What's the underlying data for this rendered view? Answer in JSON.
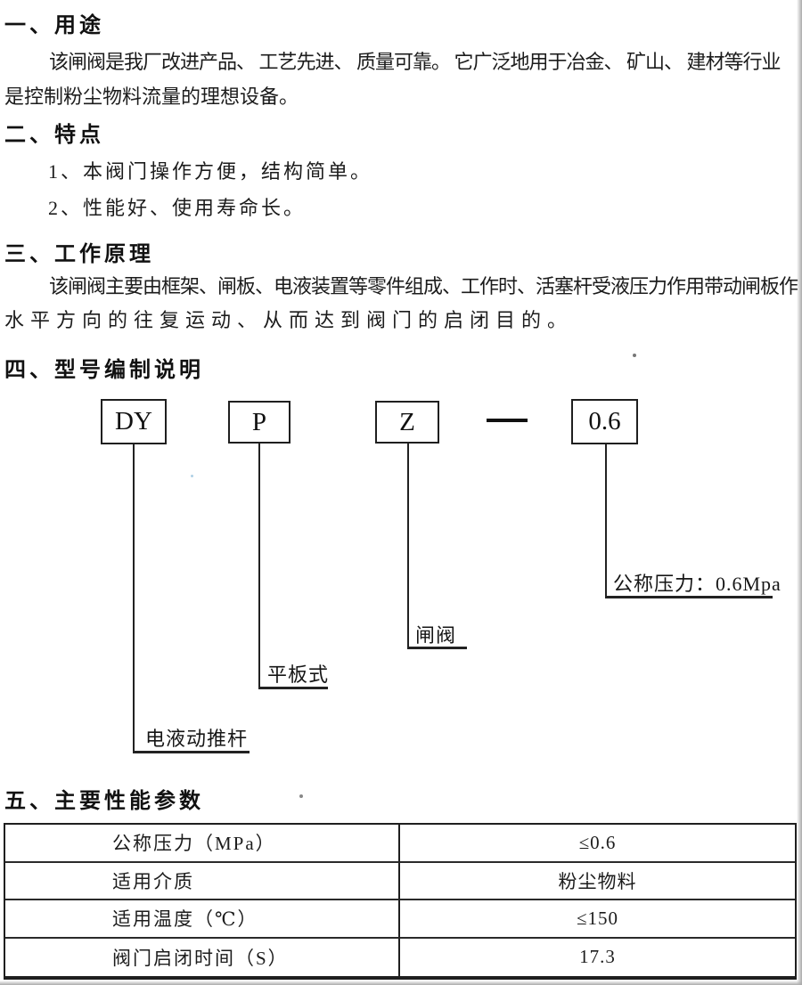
{
  "doc": {
    "usage": {
      "heading": "一、用途",
      "line1": "该闸阀是我厂改进产品、 工艺先进、 质量可靠。 它广泛地用于冶金、 矿山、 建材等行业",
      "line2": "是控制粉尘物料流量的理想设备。"
    },
    "features": {
      "heading": "二、特点",
      "item1": "1、本阀门操作方便，结构简单。",
      "item2": "2、性能好、使用寿命长。"
    },
    "principle": {
      "heading": "三、工作原理",
      "line1": "该闸阀主要由框架、闸板、电液装置等零件组成、工作时、活塞杆受液压力作用带动闸板作",
      "line2": "水平方向的往复运动、从而达到阀门的启闭目的。"
    },
    "model": {
      "heading": "四、型号编制说明",
      "separator": "—",
      "code_boxes": [
        {
          "code": "DY",
          "label": "电液动推杆"
        },
        {
          "code": "P",
          "label": "平板式"
        },
        {
          "code": "Z",
          "label": "闸阀"
        },
        {
          "code": "0.6",
          "label": "公称压力：0.6Mpa"
        }
      ]
    },
    "parameters": {
      "heading": "五、主要性能参数",
      "table": {
        "rows": [
          {
            "name": "公称压力（MPa）",
            "value": "≤0.6"
          },
          {
            "name": "适用介质",
            "value": "粉尘物料"
          },
          {
            "name": "适用温度（℃）",
            "value": "≤150"
          },
          {
            "name": "阀门启闭时间（S）",
            "value": "17.3"
          }
        ]
      }
    },
    "colors": {
      "ink": "#1c1c1c",
      "paper": "#ffffff"
    }
  }
}
